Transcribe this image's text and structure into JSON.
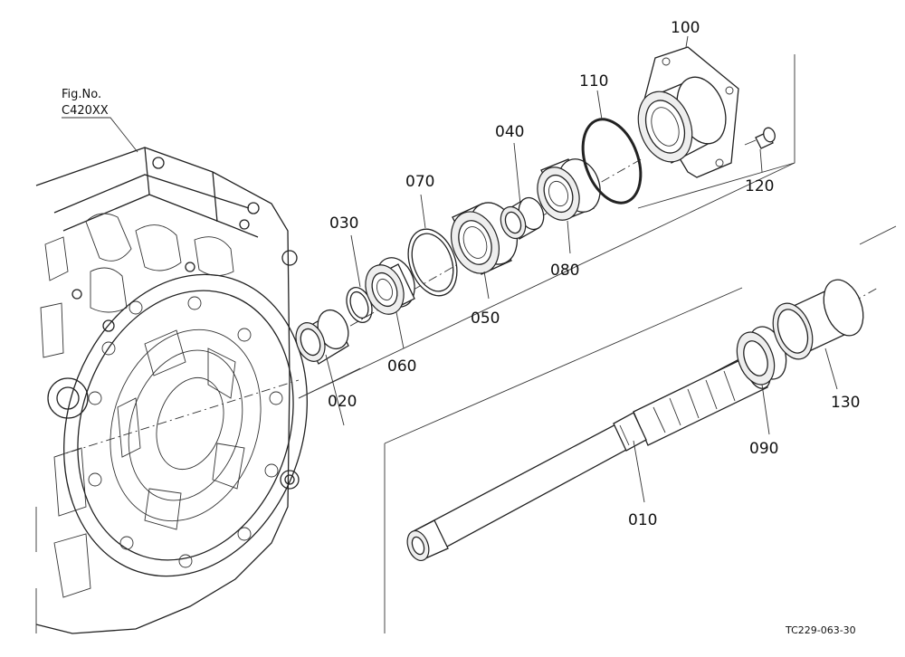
{
  "figure_ref": {
    "line1": "Fig.No.",
    "line2": "C420XX"
  },
  "drawing_code": "TC229-063-30",
  "parts": [
    {
      "id": "p100",
      "label": "100"
    },
    {
      "id": "p110",
      "label": "110"
    },
    {
      "id": "p040",
      "label": "040"
    },
    {
      "id": "p070",
      "label": "070"
    },
    {
      "id": "p030",
      "label": "030"
    },
    {
      "id": "p120",
      "label": "120"
    },
    {
      "id": "p080",
      "label": "080"
    },
    {
      "id": "p050",
      "label": "050"
    },
    {
      "id": "p060",
      "label": "060"
    },
    {
      "id": "p020",
      "label": "020"
    },
    {
      "id": "p130",
      "label": "130"
    },
    {
      "id": "p090",
      "label": "090"
    },
    {
      "id": "p010",
      "label": "010"
    }
  ]
}
